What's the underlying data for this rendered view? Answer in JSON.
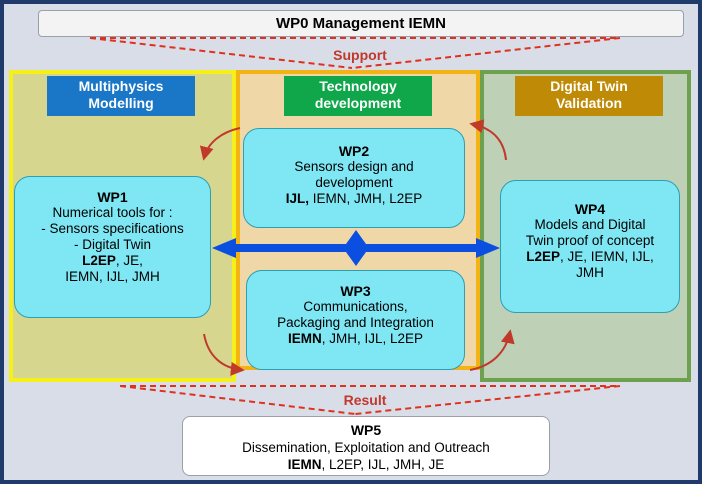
{
  "wp0": {
    "label": "WP0 Management IEMN"
  },
  "support": {
    "label": "Support"
  },
  "result": {
    "label": "Result"
  },
  "columns": {
    "left": {
      "title_line1": "Multiphysics",
      "title_line2": "Modelling"
    },
    "mid": {
      "title_line1": "Technology",
      "title_line2": "development"
    },
    "right": {
      "title_line1": "Digital Twin",
      "title_line2": "Validation"
    }
  },
  "wp1": {
    "title": "WP1",
    "line1": "Numerical tools for :",
    "line2": "- Sensors specifications",
    "line3": "- Digital Twin",
    "partners_bold": "L2EP",
    "partners_rest1": ", JE,",
    "partners_line2": "IEMN, IJL, JMH"
  },
  "wp2": {
    "title": "WP2",
    "line1": "Sensors design and",
    "line2": "development",
    "partners_bold": "IJL,",
    "partners_rest": " IEMN, JMH, L2EP"
  },
  "wp3": {
    "title": "WP3",
    "line1": "Communications,",
    "line2": "Packaging  and Integration",
    "partners_bold": "IEMN",
    "partners_rest": ", JMH, IJL, L2EP"
  },
  "wp4": {
    "title": "WP4",
    "line1": "Models and Digital",
    "line2": "Twin proof of concept",
    "partners_bold": "L2EP",
    "partners_rest": ", JE, IEMN, IJL,",
    "partners_line2": "JMH"
  },
  "wp5": {
    "title": "WP5",
    "line1": "Dissemination, Exploitation and Outreach",
    "partners_bold": "IEMN",
    "partners_rest": ", L2EP, IJL, JMH, JE"
  },
  "colors": {
    "frame": "#1f3a6b",
    "red_dash": "#e0301e",
    "blue_arrow": "#0a4fe0",
    "wp_fill": "#7fe6f4",
    "head_blue": "#1a76c6",
    "head_green": "#10a64a",
    "head_gold": "#bf8a05"
  }
}
